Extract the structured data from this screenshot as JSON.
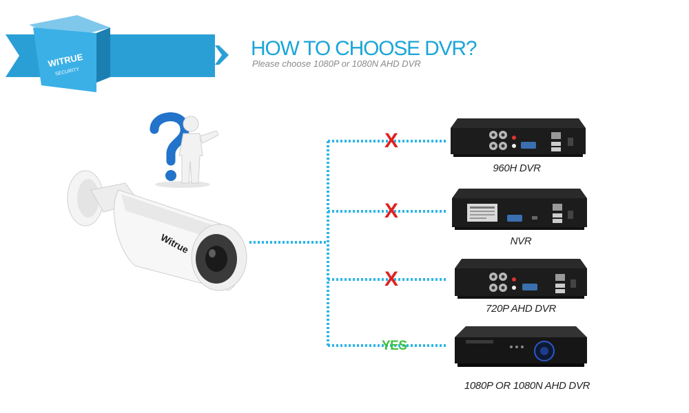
{
  "brand": {
    "name": "WITRUE",
    "tagline": "SECURITY",
    "box_color": "#2a9fd6",
    "camera_brand": "Witrue"
  },
  "header": {
    "title": "HOW TO CHOOSE DVR?",
    "subtitle": "Please choose 1080P or 1080N AHD DVR",
    "accent_color": "#1ba5d8"
  },
  "options": [
    {
      "label": "960H DVR",
      "mark": "X",
      "mark_color": "#e02020"
    },
    {
      "label": "NVR",
      "mark": "X",
      "mark_color": "#e02020"
    },
    {
      "label": "720P AHD DVR",
      "mark": "X",
      "mark_color": "#e02020"
    },
    {
      "label": "1080P OR 1080N AHD DVR",
      "mark": "YES",
      "mark_color": "#3fbf3f"
    }
  ],
  "connector_color": "#29b6e6",
  "icons": {
    "camera": "bullet-camera-icon",
    "question": "question-mark-figure-icon",
    "arrow": "right-arrow-icon"
  }
}
